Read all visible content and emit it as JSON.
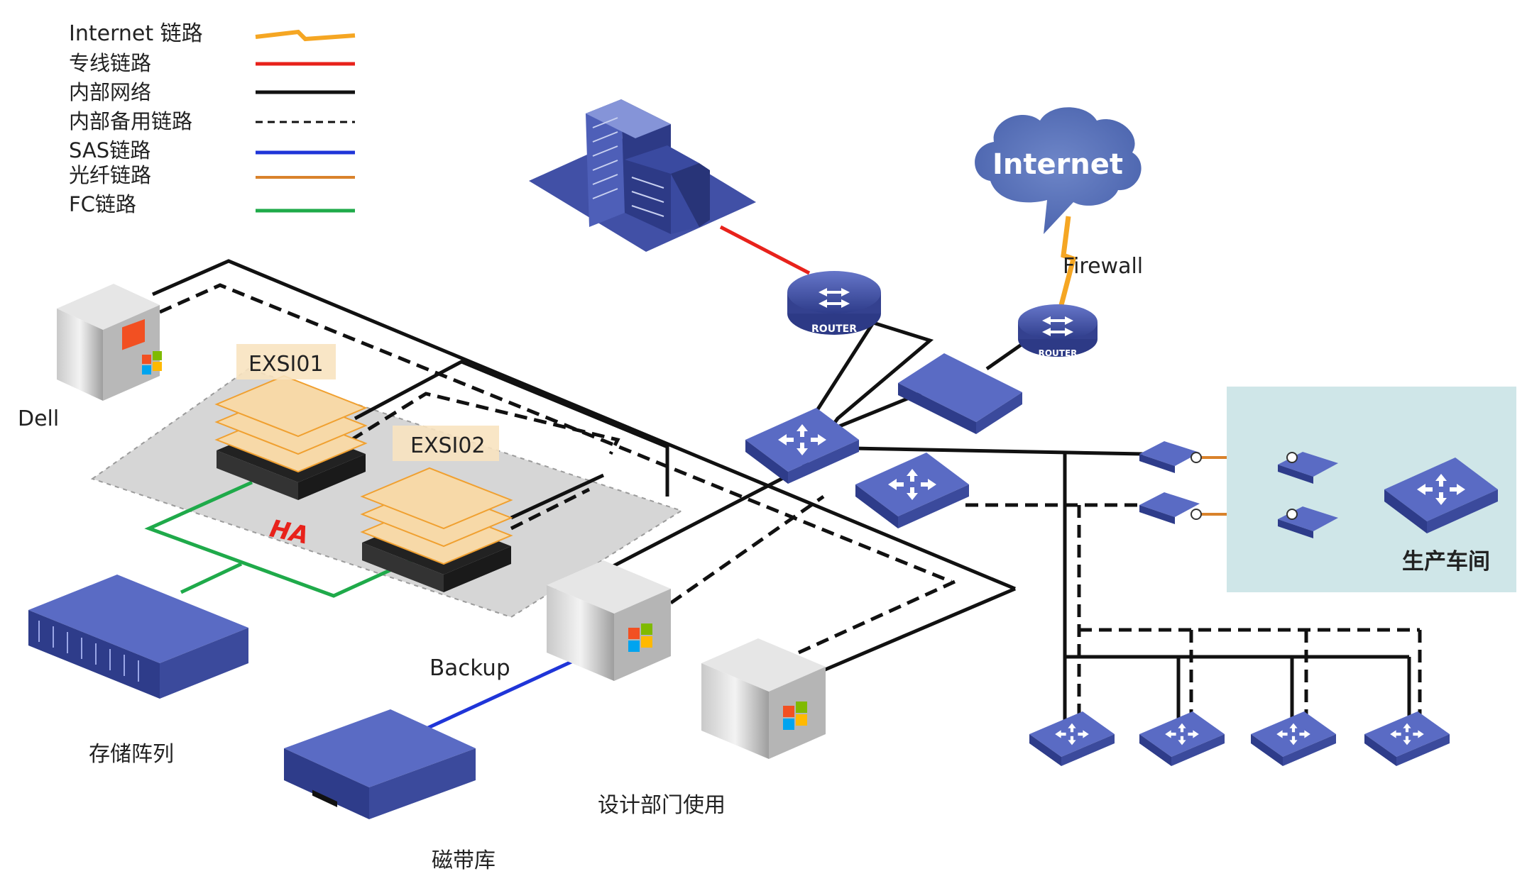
{
  "legend": {
    "items": [
      {
        "label": "Internet 链路",
        "style": "internet",
        "color": "#f5a623"
      },
      {
        "label": "专线链路",
        "style": "solid",
        "color": "#e8221b"
      },
      {
        "label": "内部网络",
        "style": "solid",
        "color": "#111111"
      },
      {
        "label": "内部备用链路",
        "style": "dashed",
        "color": "#111111"
      },
      {
        "label": "SAS链路",
        "style": "solid",
        "color": "#1f35d8"
      },
      {
        "label": "光纤链路",
        "style": "solid",
        "color": "#d9822b"
      },
      {
        "label": "FC链路",
        "style": "solid",
        "color": "#1faa4a"
      }
    ]
  },
  "nodes": {
    "internet_cloud": "Internet",
    "firewall": "Firewall",
    "router_1_badge": "ROUTER",
    "router_2_badge": "ROUTER",
    "dell": "Dell",
    "exsi01": "EXSI01",
    "exsi02": "EXSI02",
    "ha": "HA",
    "storage": "存储阵列",
    "backup": "Backup",
    "tape": "磁带库",
    "design": "设计部门使用",
    "workshop": "生产车间"
  },
  "colors": {
    "device_blue": "#3b4a9c",
    "device_blue_top": "#5a6bc4",
    "workshop_bg": "#cfe6e8",
    "ha_zone": "#cfcfcf"
  }
}
